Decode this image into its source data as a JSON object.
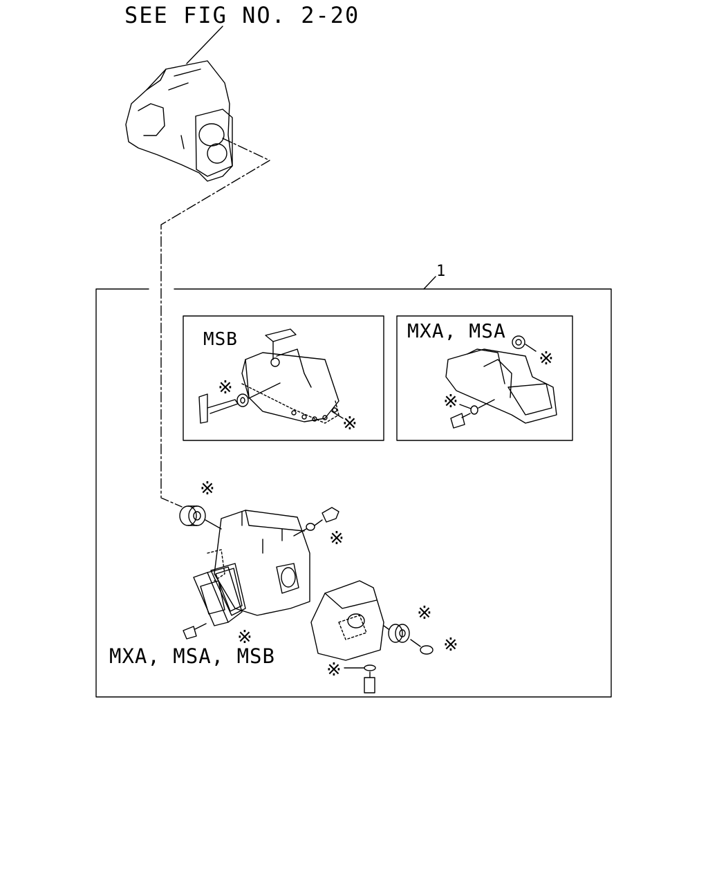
{
  "reference_label": "SEE FIG NO. 2-20",
  "callout_number": "1",
  "inset_msb": {
    "label": "MSB"
  },
  "inset_mxa_msa": {
    "label": "MXA, MSA"
  },
  "main_variants_label": "MXA, MSA, MSB",
  "kit_marker": "※"
}
